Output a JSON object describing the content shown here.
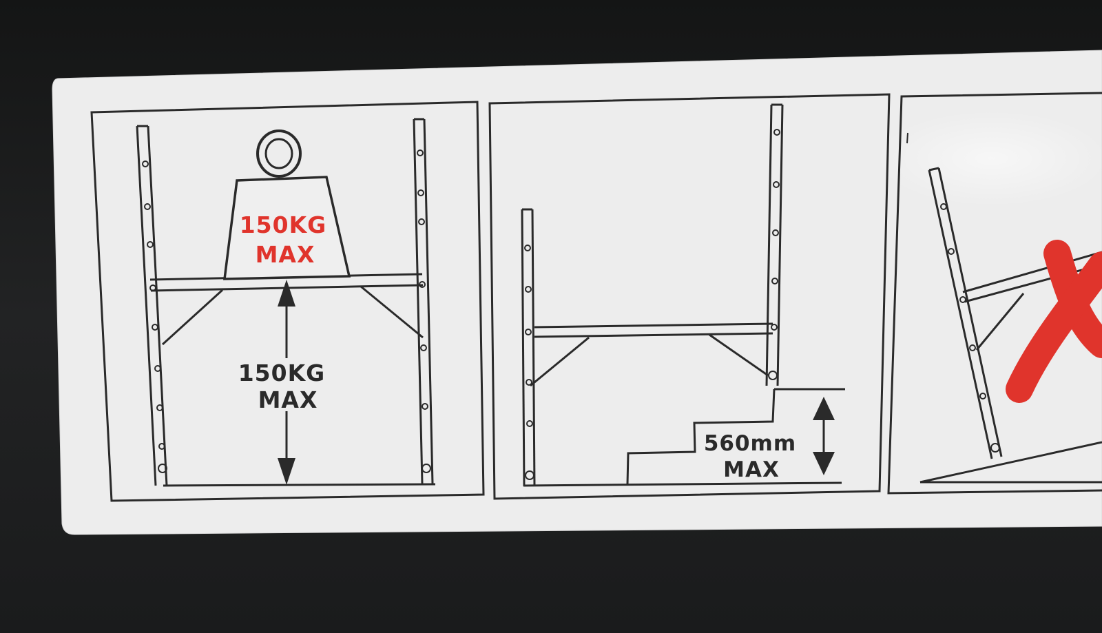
{
  "colors": {
    "surface": "#1d1e1f",
    "label_paper": "#efefef",
    "ink": "#2a2a2a",
    "warning_red": "#e0342c"
  },
  "panels": [
    {
      "id": "panel-load-limit",
      "weight_text": {
        "line1": "150KG",
        "line2": "MAX"
      },
      "platform_text": {
        "line1": "150KG",
        "line2": "MAX"
      }
    },
    {
      "id": "panel-step-height",
      "height_text": {
        "line1": "560mm",
        "line2": "MAX"
      }
    },
    {
      "id": "panel-no-slope",
      "mark": "x-mark-icon"
    }
  ]
}
